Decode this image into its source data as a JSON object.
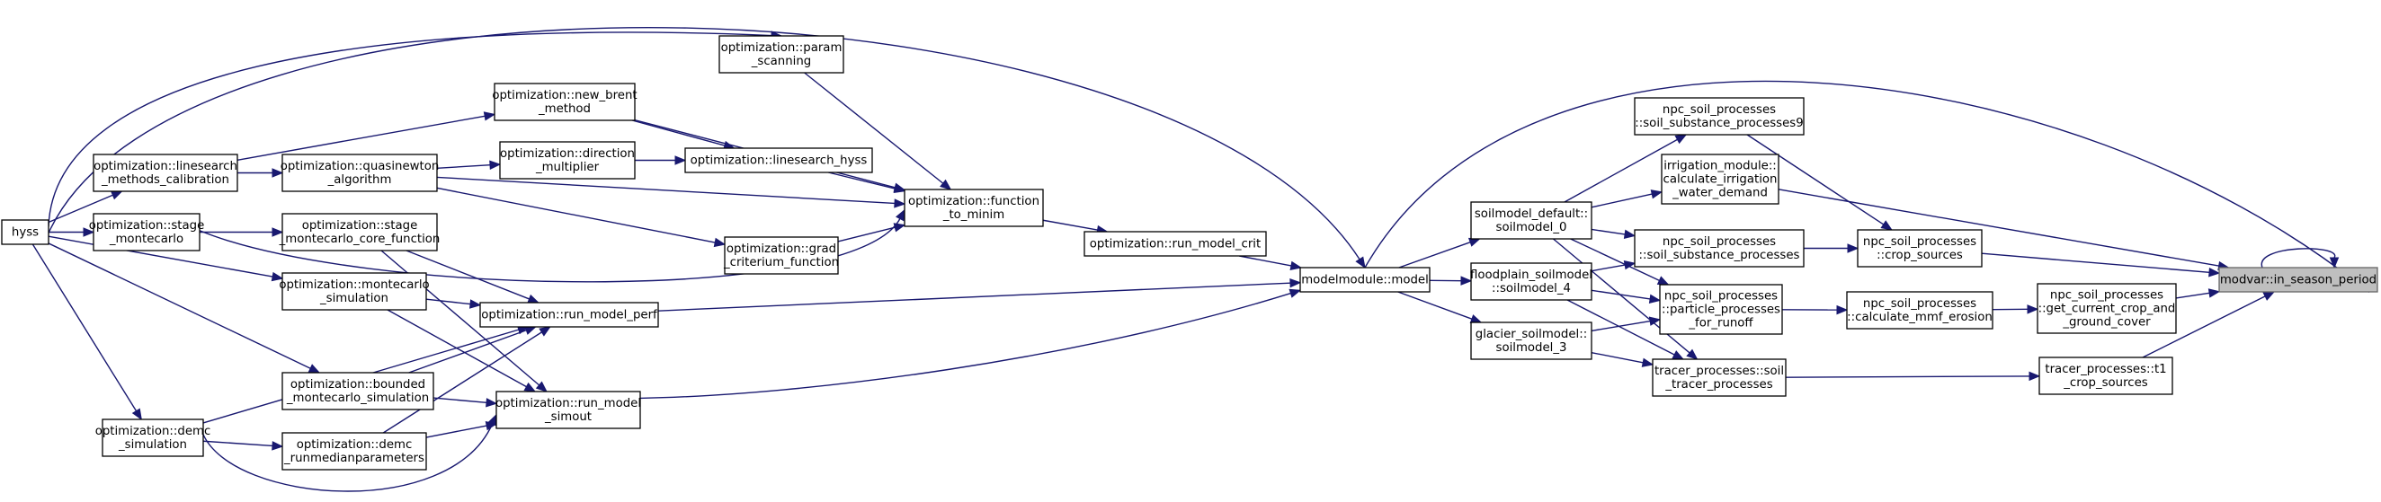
{
  "graph": {
    "type": "caller-graph",
    "root": "in_season_period",
    "nodes": [
      {
        "id": "hyss",
        "lines": [
          "hyss"
        ]
      },
      {
        "id": "linesearch_methods_calibration",
        "lines": [
          "optimization::linesearch",
          "_methods_calibration"
        ]
      },
      {
        "id": "stage_montecarlo",
        "lines": [
          "optimization::stage",
          "_montecarlo"
        ]
      },
      {
        "id": "demc_simulation",
        "lines": [
          "optimization::demc",
          "_simulation"
        ]
      },
      {
        "id": "new_brent_method",
        "lines": [
          "optimization::new_brent",
          "_method"
        ]
      },
      {
        "id": "quasinewton_algorithm",
        "lines": [
          "optimization::quasinewton",
          "_algorithm"
        ]
      },
      {
        "id": "stage_montecarlo_core_function",
        "lines": [
          "optimization::stage",
          "_montecarlo_core_function"
        ]
      },
      {
        "id": "montecarlo_simulation",
        "lines": [
          "optimization::montecarlo",
          "_simulation"
        ]
      },
      {
        "id": "bounded_montecarlo_simulation",
        "lines": [
          "optimization::bounded",
          "_montecarlo_simulation"
        ]
      },
      {
        "id": "demc_runmedianparameters",
        "lines": [
          "optimization::demc",
          "_runmedianparameters"
        ]
      },
      {
        "id": "param_scanning",
        "lines": [
          "optimization::param",
          "_scanning"
        ]
      },
      {
        "id": "direction_multiplier",
        "lines": [
          "optimization::direction",
          "_multiplier"
        ]
      },
      {
        "id": "linesearch_hyss",
        "lines": [
          "optimization::linesearch_hyss"
        ]
      },
      {
        "id": "grad_criterium_function",
        "lines": [
          "optimization::grad",
          "_criterium_function"
        ]
      },
      {
        "id": "run_model_perf",
        "lines": [
          "optimization::run_model_perf"
        ]
      },
      {
        "id": "run_model_simout",
        "lines": [
          "optimization::run_model",
          "_simout"
        ]
      },
      {
        "id": "function_to_minim",
        "lines": [
          "optimization::function",
          "_to_minim"
        ]
      },
      {
        "id": "run_model_crit",
        "lines": [
          "optimization::run_model_crit"
        ]
      },
      {
        "id": "model",
        "lines": [
          "modelmodule::model"
        ]
      },
      {
        "id": "soilmodel_0",
        "lines": [
          "soilmodel_default::",
          "soilmodel_0"
        ]
      },
      {
        "id": "soilmodel_4",
        "lines": [
          "floodplain_soilmodel",
          "::soilmodel_4"
        ]
      },
      {
        "id": "soilmodel_3",
        "lines": [
          "glacier_soilmodel::",
          "soilmodel_3"
        ]
      },
      {
        "id": "soil_substance_processes9",
        "lines": [
          "npc_soil_processes",
          "::soil_substance_processes9"
        ]
      },
      {
        "id": "calculate_irrigation_water_demand",
        "lines": [
          "irrigation_module::",
          "calculate_irrigation",
          "_water_demand"
        ]
      },
      {
        "id": "soil_substance_processes",
        "lines": [
          "npc_soil_processes",
          "::soil_substance_processes"
        ]
      },
      {
        "id": "particle_processes_for_runoff",
        "lines": [
          "npc_soil_processes",
          "::particle_processes",
          "_for_runoff"
        ]
      },
      {
        "id": "soil_tracer_processes",
        "lines": [
          "tracer_processes::soil",
          "_tracer_processes"
        ]
      },
      {
        "id": "crop_sources",
        "lines": [
          "npc_soil_processes",
          "::crop_sources"
        ]
      },
      {
        "id": "calculate_mmf_erosion",
        "lines": [
          "npc_soil_processes",
          "::calculate_mmf_erosion"
        ]
      },
      {
        "id": "t1_crop_sources",
        "lines": [
          "tracer_processes::t1",
          "_crop_sources"
        ]
      },
      {
        "id": "get_current_crop_and_ground_cover",
        "lines": [
          "npc_soil_processes",
          "::get_current_crop_and",
          "_ground_cover"
        ]
      },
      {
        "id": "in_season_period",
        "lines": [
          "modvar::in_season_period"
        ]
      }
    ],
    "edges": [
      [
        "in_season_period",
        "in_season_period"
      ],
      [
        "in_season_period",
        "crop_sources"
      ],
      [
        "in_season_period",
        "calculate_irrigation_water_demand"
      ],
      [
        "in_season_period",
        "get_current_crop_and_ground_cover"
      ],
      [
        "in_season_period",
        "t1_crop_sources"
      ],
      [
        "in_season_period",
        "model"
      ],
      [
        "crop_sources",
        "soil_substance_processes9"
      ],
      [
        "crop_sources",
        "soil_substance_processes"
      ],
      [
        "get_current_crop_and_ground_cover",
        "calculate_mmf_erosion"
      ],
      [
        "calculate_mmf_erosion",
        "particle_processes_for_runoff"
      ],
      [
        "t1_crop_sources",
        "soil_tracer_processes"
      ],
      [
        "soil_substance_processes9",
        "soilmodel_0"
      ],
      [
        "calculate_irrigation_water_demand",
        "soilmodel_0"
      ],
      [
        "soil_substance_processes",
        "soilmodel_0"
      ],
      [
        "soil_substance_processes",
        "soilmodel_4"
      ],
      [
        "particle_processes_for_runoff",
        "soilmodel_0"
      ],
      [
        "particle_processes_for_runoff",
        "soilmodel_4"
      ],
      [
        "particle_processes_for_runoff",
        "soilmodel_3"
      ],
      [
        "soil_tracer_processes",
        "soilmodel_0"
      ],
      [
        "soil_tracer_processes",
        "soilmodel_4"
      ],
      [
        "soil_tracer_processes",
        "soilmodel_3"
      ],
      [
        "soilmodel_0",
        "model"
      ],
      [
        "soilmodel_4",
        "model"
      ],
      [
        "soilmodel_3",
        "model"
      ],
      [
        "model",
        "run_model_crit"
      ],
      [
        "model",
        "run_model_perf"
      ],
      [
        "model",
        "run_model_simout"
      ],
      [
        "model",
        "hyss"
      ],
      [
        "run_model_crit",
        "function_to_minim"
      ],
      [
        "function_to_minim",
        "param_scanning"
      ],
      [
        "function_to_minim",
        "new_brent_method"
      ],
      [
        "function_to_minim",
        "linesearch_hyss"
      ],
      [
        "function_to_minim",
        "quasinewton_algorithm"
      ],
      [
        "function_to_minim",
        "grad_criterium_function"
      ],
      [
        "function_to_minim",
        "stage_montecarlo"
      ],
      [
        "param_scanning",
        "hyss"
      ],
      [
        "new_brent_method",
        "linesearch_methods_calibration"
      ],
      [
        "linesearch_hyss",
        "new_brent_method"
      ],
      [
        "linesearch_hyss",
        "direction_multiplier"
      ],
      [
        "direction_multiplier",
        "quasinewton_algorithm"
      ],
      [
        "grad_criterium_function",
        "quasinewton_algorithm"
      ],
      [
        "quasinewton_algorithm",
        "linesearch_methods_calibration"
      ],
      [
        "linesearch_methods_calibration",
        "hyss"
      ],
      [
        "stage_montecarlo",
        "hyss"
      ],
      [
        "demc_simulation",
        "hyss"
      ],
      [
        "stage_montecarlo_core_function",
        "stage_montecarlo"
      ],
      [
        "montecarlo_simulation",
        "hyss"
      ],
      [
        "run_model_perf",
        "stage_montecarlo_core_function"
      ],
      [
        "run_model_perf",
        "montecarlo_simulation"
      ],
      [
        "run_model_perf",
        "bounded_montecarlo_simulation"
      ],
      [
        "run_model_perf",
        "demc_runmedianparameters"
      ],
      [
        "run_model_perf",
        "demc_simulation"
      ],
      [
        "run_model_simout",
        "stage_montecarlo_core_function"
      ],
      [
        "run_model_simout",
        "montecarlo_simulation"
      ],
      [
        "run_model_simout",
        "bounded_montecarlo_simulation"
      ],
      [
        "run_model_simout",
        "demc_runmedianparameters"
      ],
      [
        "run_model_simout",
        "demc_simulation"
      ],
      [
        "bounded_montecarlo_simulation",
        "hyss"
      ],
      [
        "demc_runmedianparameters",
        "demc_simulation"
      ]
    ]
  },
  "colors": {
    "edge": "#191970",
    "node_border": "#000000",
    "node_fill": "#ffffff",
    "root_fill": "#bfbfbf",
    "root_border": "#666666",
    "text": "#000000"
  }
}
